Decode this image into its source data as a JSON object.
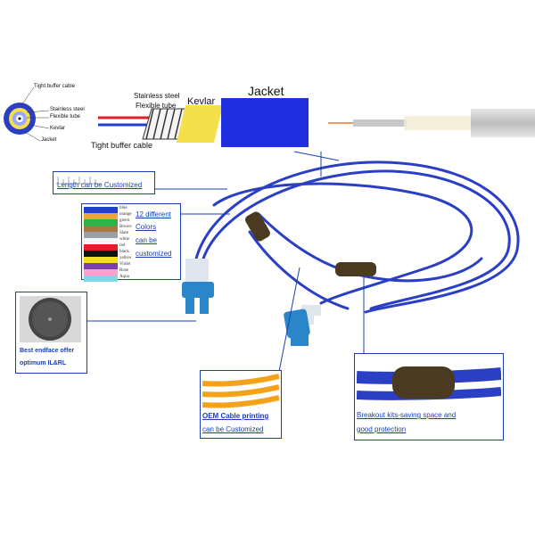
{
  "cross_section": {
    "labels": {
      "tight_buffer": "Tight buffer cable",
      "stainless": "Stainless steel",
      "flexible": "Flexible tube",
      "kevlar": "Kevlar",
      "jacket": "Jacket"
    }
  },
  "cable_layers": {
    "stainless_steel": "Stainless steel",
    "flexible_tube": "Flexible tube",
    "kevlar": "Kevlar",
    "jacket": "Jacket",
    "tight_buffer_cable": "Tight buffer cable"
  },
  "length_box": {
    "label": "Length can be Customized"
  },
  "colors_box": {
    "line1": "12 different",
    "line2": "Colors",
    "line3": "can be",
    "line4": "customized",
    "swatches": [
      {
        "name": "blue",
        "color": "#1f3fd6"
      },
      {
        "name": "orange",
        "color": "#f2a23a"
      },
      {
        "name": "green",
        "color": "#2fb24a"
      },
      {
        "name": "Brown",
        "color": "#a9783f"
      },
      {
        "name": "Slate",
        "color": "#9aa0a6"
      },
      {
        "name": "white",
        "color": "#f4f4f4"
      },
      {
        "name": "red",
        "color": "#e01e2a"
      },
      {
        "name": "black",
        "color": "#111111"
      },
      {
        "name": "yellow",
        "color": "#f3e21a"
      },
      {
        "name": "Violet",
        "color": "#7a3fb0"
      },
      {
        "name": "Rose",
        "color": "#f2a7c8"
      },
      {
        "name": "Aqua",
        "color": "#7fd7e8"
      }
    ]
  },
  "endface_box": {
    "line1": "Best endface offer",
    "line2": "optimum IL&RL"
  },
  "oem_box": {
    "line1": "OEM Cable printing",
    "line2": "can be Customized"
  },
  "breakout_box": {
    "line1": "Breakout kits-saving space and",
    "line2": "good protection"
  },
  "colors": {
    "cable_blue": "#2b3fc4",
    "connector_blue": "#2a86c9",
    "breakout_brown": "#4a3a22",
    "link_blue": "#1a3fb0",
    "kevlar_yellow": "#f4e04a"
  }
}
